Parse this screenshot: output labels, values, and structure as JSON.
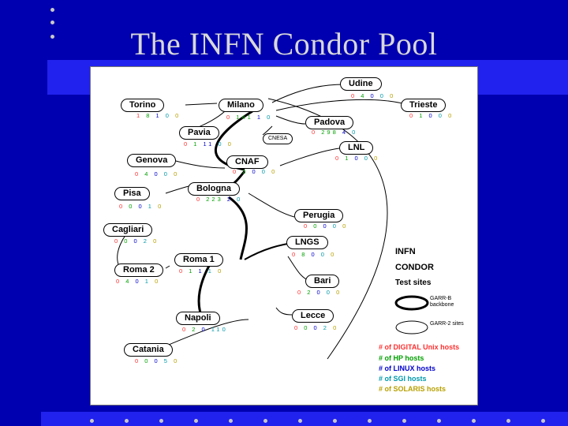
{
  "slide": {
    "title": "The INFN Condor Pool"
  },
  "colors": {
    "background": "#0000b0",
    "accent": "#2222ee",
    "digital": "#ff3030",
    "hp": "#00a000",
    "linux": "#0000cc",
    "sgi": "#0099aa",
    "solaris": "#b8a000"
  },
  "sites": [
    {
      "id": "udine",
      "name": "Udine",
      "counts": [
        "0",
        "4",
        "0",
        "0",
        "0"
      ]
    },
    {
      "id": "torino",
      "name": "Torino",
      "counts": [
        "1",
        "8",
        "1",
        "0",
        "0"
      ]
    },
    {
      "id": "milano",
      "name": "Milano",
      "counts": [
        "0",
        "141",
        "1",
        "0"
      ]
    },
    {
      "id": "trieste",
      "name": "Trieste",
      "counts": [
        "0",
        "1",
        "0",
        "0",
        "0"
      ]
    },
    {
      "id": "padova",
      "name": "Padova",
      "counts": [
        "0",
        "298",
        "4",
        "0"
      ]
    },
    {
      "id": "pavia",
      "name": "Pavia",
      "counts": [
        "0",
        "1",
        "11",
        "0",
        "0"
      ]
    },
    {
      "id": "lnl",
      "name": "LNL",
      "counts": [
        "0",
        "1",
        "0",
        "0",
        "0"
      ]
    },
    {
      "id": "genova",
      "name": "Genova",
      "counts": [
        "0",
        "4",
        "0",
        "0",
        "0"
      ]
    },
    {
      "id": "cnaf",
      "name": "CNAF",
      "counts": [
        "0",
        "2",
        "0",
        "0",
        "0"
      ]
    },
    {
      "id": "bologna",
      "name": "Bologna",
      "counts": [
        "0",
        "223",
        "2",
        "0"
      ]
    },
    {
      "id": "pisa",
      "name": "Pisa",
      "counts": [
        "0",
        "0",
        "0",
        "1",
        "0"
      ]
    },
    {
      "id": "perugia",
      "name": "Perugia",
      "counts": [
        "0",
        "0",
        "0",
        "0",
        "0"
      ]
    },
    {
      "id": "cagliari",
      "name": "Cagliari",
      "counts": [
        "0",
        "0",
        "0",
        "2",
        "0"
      ]
    },
    {
      "id": "lngs",
      "name": "LNGS",
      "counts": [
        "0",
        "8",
        "0",
        "0",
        "0"
      ]
    },
    {
      "id": "roma1",
      "name": "Roma 1",
      "counts": [
        "0",
        "1",
        "1",
        "1",
        "0"
      ]
    },
    {
      "id": "roma2",
      "name": "Roma 2",
      "counts": [
        "0",
        "4",
        "0",
        "1",
        "0"
      ]
    },
    {
      "id": "bari",
      "name": "Bari",
      "counts": [
        "0",
        "2",
        "0",
        "0",
        "0"
      ]
    },
    {
      "id": "napoli",
      "name": "Napoli",
      "counts": [
        "0",
        "2",
        "0",
        "110"
      ]
    },
    {
      "id": "lecce",
      "name": "Lecce",
      "counts": [
        "0",
        "0",
        "0",
        "2",
        "0"
      ]
    },
    {
      "id": "catania",
      "name": "Catania",
      "counts": [
        "0",
        "0",
        "0",
        "5",
        "0"
      ]
    }
  ],
  "cnesa": "CNESA",
  "legend": {
    "lines": [
      "INFN",
      "CONDOR",
      "Test sites"
    ],
    "backbone": "GARR-B backbone",
    "sites": "GARR-2 sites",
    "counts": [
      "# of DIGITAL Unix hosts",
      "# of HP hosts",
      "# of LINUX hosts",
      "# of SGI hosts",
      "# of SOLARIS hosts"
    ]
  }
}
